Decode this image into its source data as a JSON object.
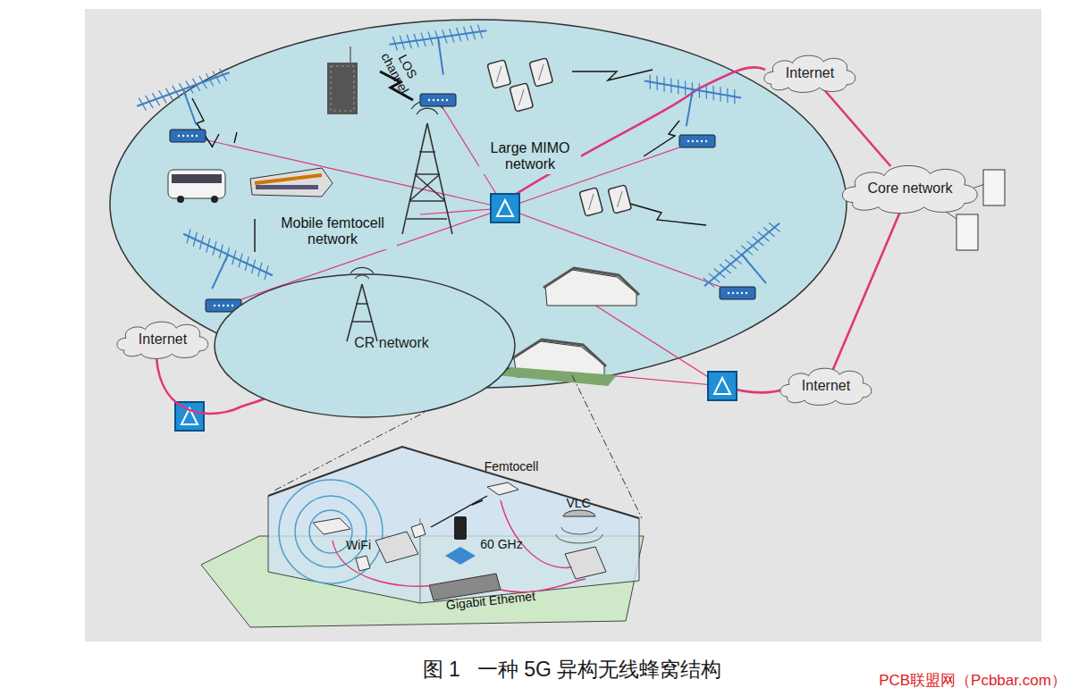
{
  "diagram": {
    "caption": "图 1   一种 5G 异构无线蜂窝结构",
    "nodes": [
      {
        "text": [
          "Internet"
        ]
      },
      {
        "text": [
          "Core network"
        ]
      },
      {
        "text": [
          "Internet"
        ]
      },
      {
        "text": [
          "Internet"
        ]
      },
      {
        "text": [
          "CR network"
        ]
      }
    ],
    "edges": [
      {
        "from": 0,
        "to": 1,
        "arrow": "none"
      },
      {
        "from": 1,
        "to": 2,
        "arrow": "none"
      }
    ],
    "labels": [
      "LOS channel",
      "Large MIMO network",
      "Mobile femtocell network",
      "Femtocell",
      "WiFi",
      "60 GHz",
      "VLC",
      "Gigabit Ethemet",
      "PCB联盟网（Pcbbar.com）"
    ]
  }
}
